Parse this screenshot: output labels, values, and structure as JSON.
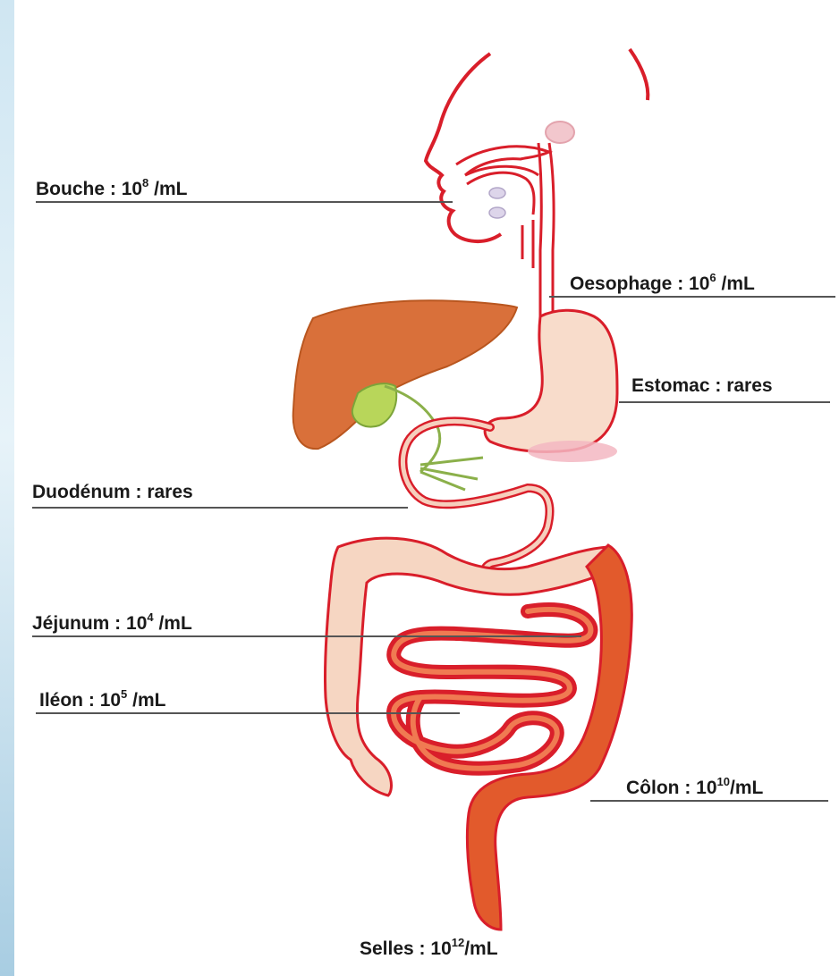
{
  "colors": {
    "outline": "#d91e2a",
    "liver": "#d9703a",
    "gallbladder": "#b8d65a",
    "stomach": "#f8dccb",
    "small_intestine": "#e0452a",
    "colon_ascending": "#f6d6c2",
    "colon_descending": "#e25a2c",
    "leader_line": "#555555"
  },
  "labels": {
    "bouche": {
      "name": "Bouche :",
      "base": "10",
      "exp": "8",
      "unit": "/mL"
    },
    "oesophage": {
      "name": "Oesophage :",
      "base": "10",
      "exp": "6",
      "unit": "/mL"
    },
    "estomac": {
      "name": "Estomac : rares"
    },
    "duodenum": {
      "name": "Duodénum : rares"
    },
    "jejunum": {
      "name": "Jéjunum :",
      "base": "10",
      "exp": "4",
      "unit": "/mL"
    },
    "ileon": {
      "name": "Iléon :",
      "base": "10",
      "exp": "5",
      "unit": "/mL"
    },
    "colon": {
      "name": "Côlon :",
      "base": "10",
      "exp": "10",
      "unit": "/mL"
    },
    "selles": {
      "name": "Selles :",
      "base": "10",
      "exp": "12",
      "unit": "/mL"
    }
  }
}
